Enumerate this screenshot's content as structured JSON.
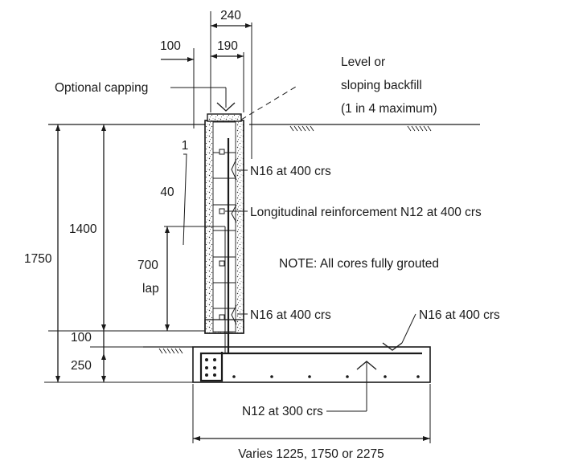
{
  "drawing": {
    "dimensions": {
      "wall_width": "240",
      "block_width": "190",
      "offset": "100",
      "batter_rise": "1",
      "batter_run": "40",
      "height_to_footing": "1400",
      "total_height": "1750",
      "lap_length": "700",
      "lap_word": "lap",
      "kicker_height": "100",
      "footing_thickness": "250",
      "footing_width": "Varies 1225, 1750 or 2275"
    },
    "labels": {
      "capping": "Optional capping",
      "backfill_line1": "Level or",
      "backfill_line2": "sloping backfill",
      "backfill_line3": "(1 in 4 maximum)",
      "bar_upper": "N16 at 400 crs",
      "longitudinal": "Longitudinal reinforcement N12 at 400 crs",
      "note": "NOTE: All cores fully grouted",
      "bar_lower": "N16 at 400 crs",
      "bar_footing_top": "N16 at 400 crs",
      "bar_footing_bottom": "N12 at 300 crs"
    },
    "colors": {
      "ink": "#1a1a1a",
      "background": "#ffffff"
    }
  }
}
